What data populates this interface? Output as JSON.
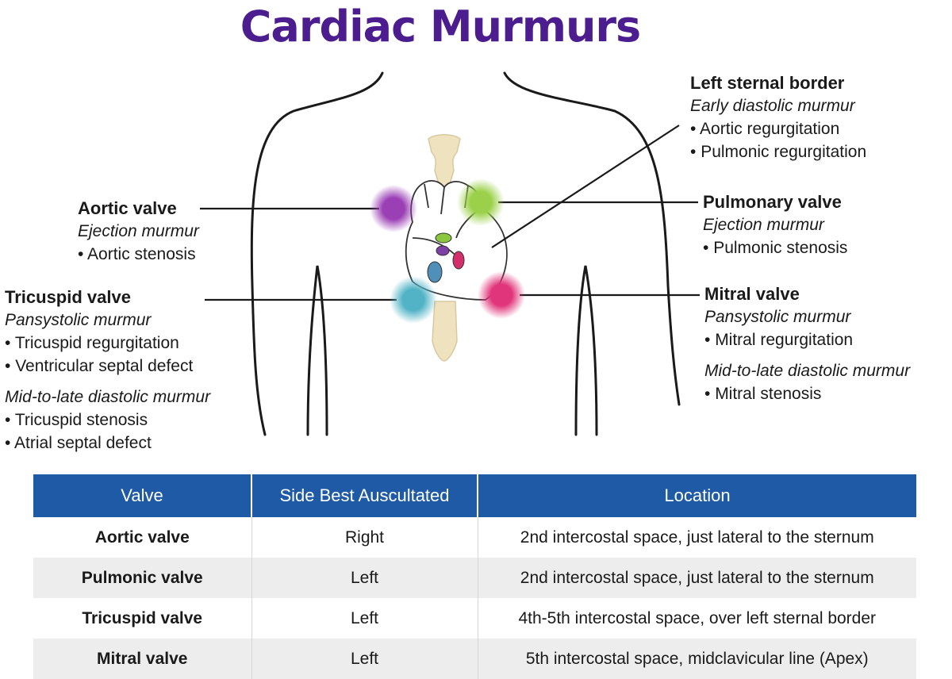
{
  "title": "Cardiac Murmurs",
  "labels": {
    "left_sternal_border": {
      "heading": "Left sternal border",
      "murmur": "Early diastolic murmur",
      "items": [
        "Aortic regurgitation",
        "Pulmonic regurgitation"
      ]
    },
    "aortic": {
      "heading": "Aortic valve",
      "murmur": "Ejection murmur",
      "items": [
        "Aortic stenosis"
      ]
    },
    "pulmonary": {
      "heading": "Pulmonary valve",
      "murmur": "Ejection murmur",
      "items": [
        "Pulmonic stenosis"
      ]
    },
    "tricuspid": {
      "heading": "Tricuspid valve",
      "murmur": "Pansystolic murmur",
      "items": [
        "Tricuspid regurgitation",
        "Ventricular septal defect"
      ],
      "murmur2": "Mid-to-late diastolic murmur",
      "items2": [
        "Tricuspid stenosis",
        "Atrial septal defect"
      ]
    },
    "mitral": {
      "heading": "Mitral valve",
      "murmur": "Pansystolic murmur",
      "items": [
        "Mitral regurgitation"
      ],
      "murmur2": "Mid-to-late diastolic murmur",
      "items2": [
        "Mitral stenosis"
      ]
    }
  },
  "colors": {
    "title": "#4b1d8f",
    "aortic_dot": "#9b3fb5",
    "pulmonary_dot": "#9bd14a",
    "tricuspid_dot": "#52b3c6",
    "mitral_dot": "#e0357a",
    "table_header": "#1f5aa6"
  },
  "table": {
    "headers": [
      "Valve",
      "Side Best Auscultated",
      "Location"
    ],
    "rows": [
      [
        "Aortic valve",
        "Right",
        "2nd intercostal space, just lateral to the sternum"
      ],
      [
        "Pulmonic valve",
        "Left",
        "2nd intercostal space, just lateral to the sternum"
      ],
      [
        "Tricuspid valve",
        "Left",
        "4th-5th intercostal space, over left sternal border"
      ],
      [
        "Mitral valve",
        "Left",
        "5th intercostal space, midclavicular line (Apex)"
      ]
    ]
  }
}
